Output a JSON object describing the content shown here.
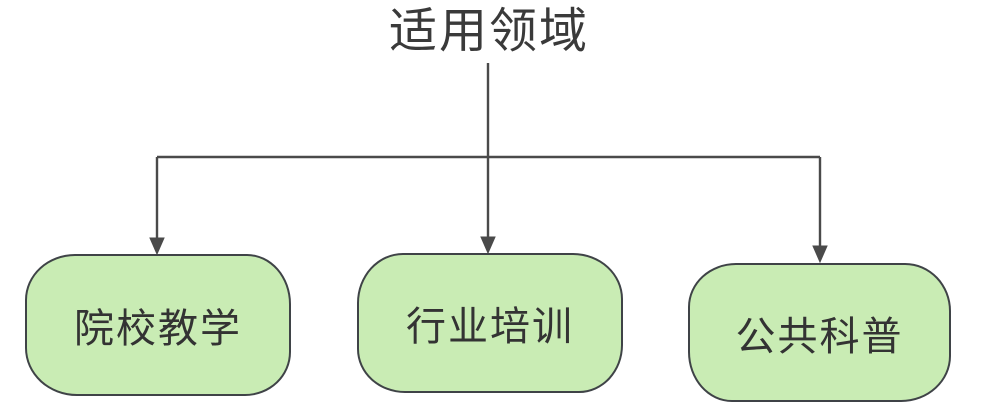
{
  "diagram": {
    "title": "适用领域",
    "nodes": [
      {
        "id": "node-school-teaching",
        "label": "院校教学"
      },
      {
        "id": "node-industry-training",
        "label": "行业培训"
      },
      {
        "id": "node-public-science",
        "label": "公共科普"
      }
    ],
    "connectors": {
      "style": "orthogonal-tree",
      "arrowheads": "solid-triangle-down",
      "description": "root title branches down to three child nodes"
    },
    "colors": {
      "node_fill": "#c9ecb4",
      "node_border": "#3f4347",
      "connector": "#4a4a4a",
      "text": "#333333",
      "background": "#ffffff"
    }
  }
}
